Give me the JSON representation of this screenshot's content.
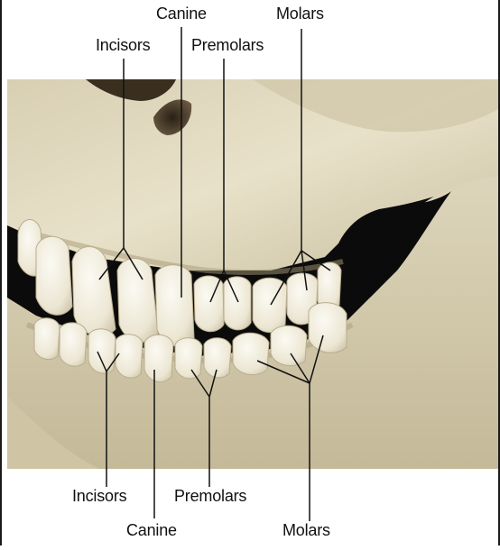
{
  "labels": {
    "upper_canine": "Canine",
    "upper_molars": "Molars",
    "upper_incisors": "Incisors",
    "upper_premolars": "Premolars",
    "lower_incisors": "Incisors",
    "lower_premolars": "Premolars",
    "lower_canine": "Canine",
    "lower_molars": "Molars"
  },
  "colors": {
    "background": "#0b0b0b",
    "bone": "#e4dcc2",
    "bone_shadow": "#b4a887",
    "tooth": "#f2efe4",
    "leader_line": "#111111"
  }
}
